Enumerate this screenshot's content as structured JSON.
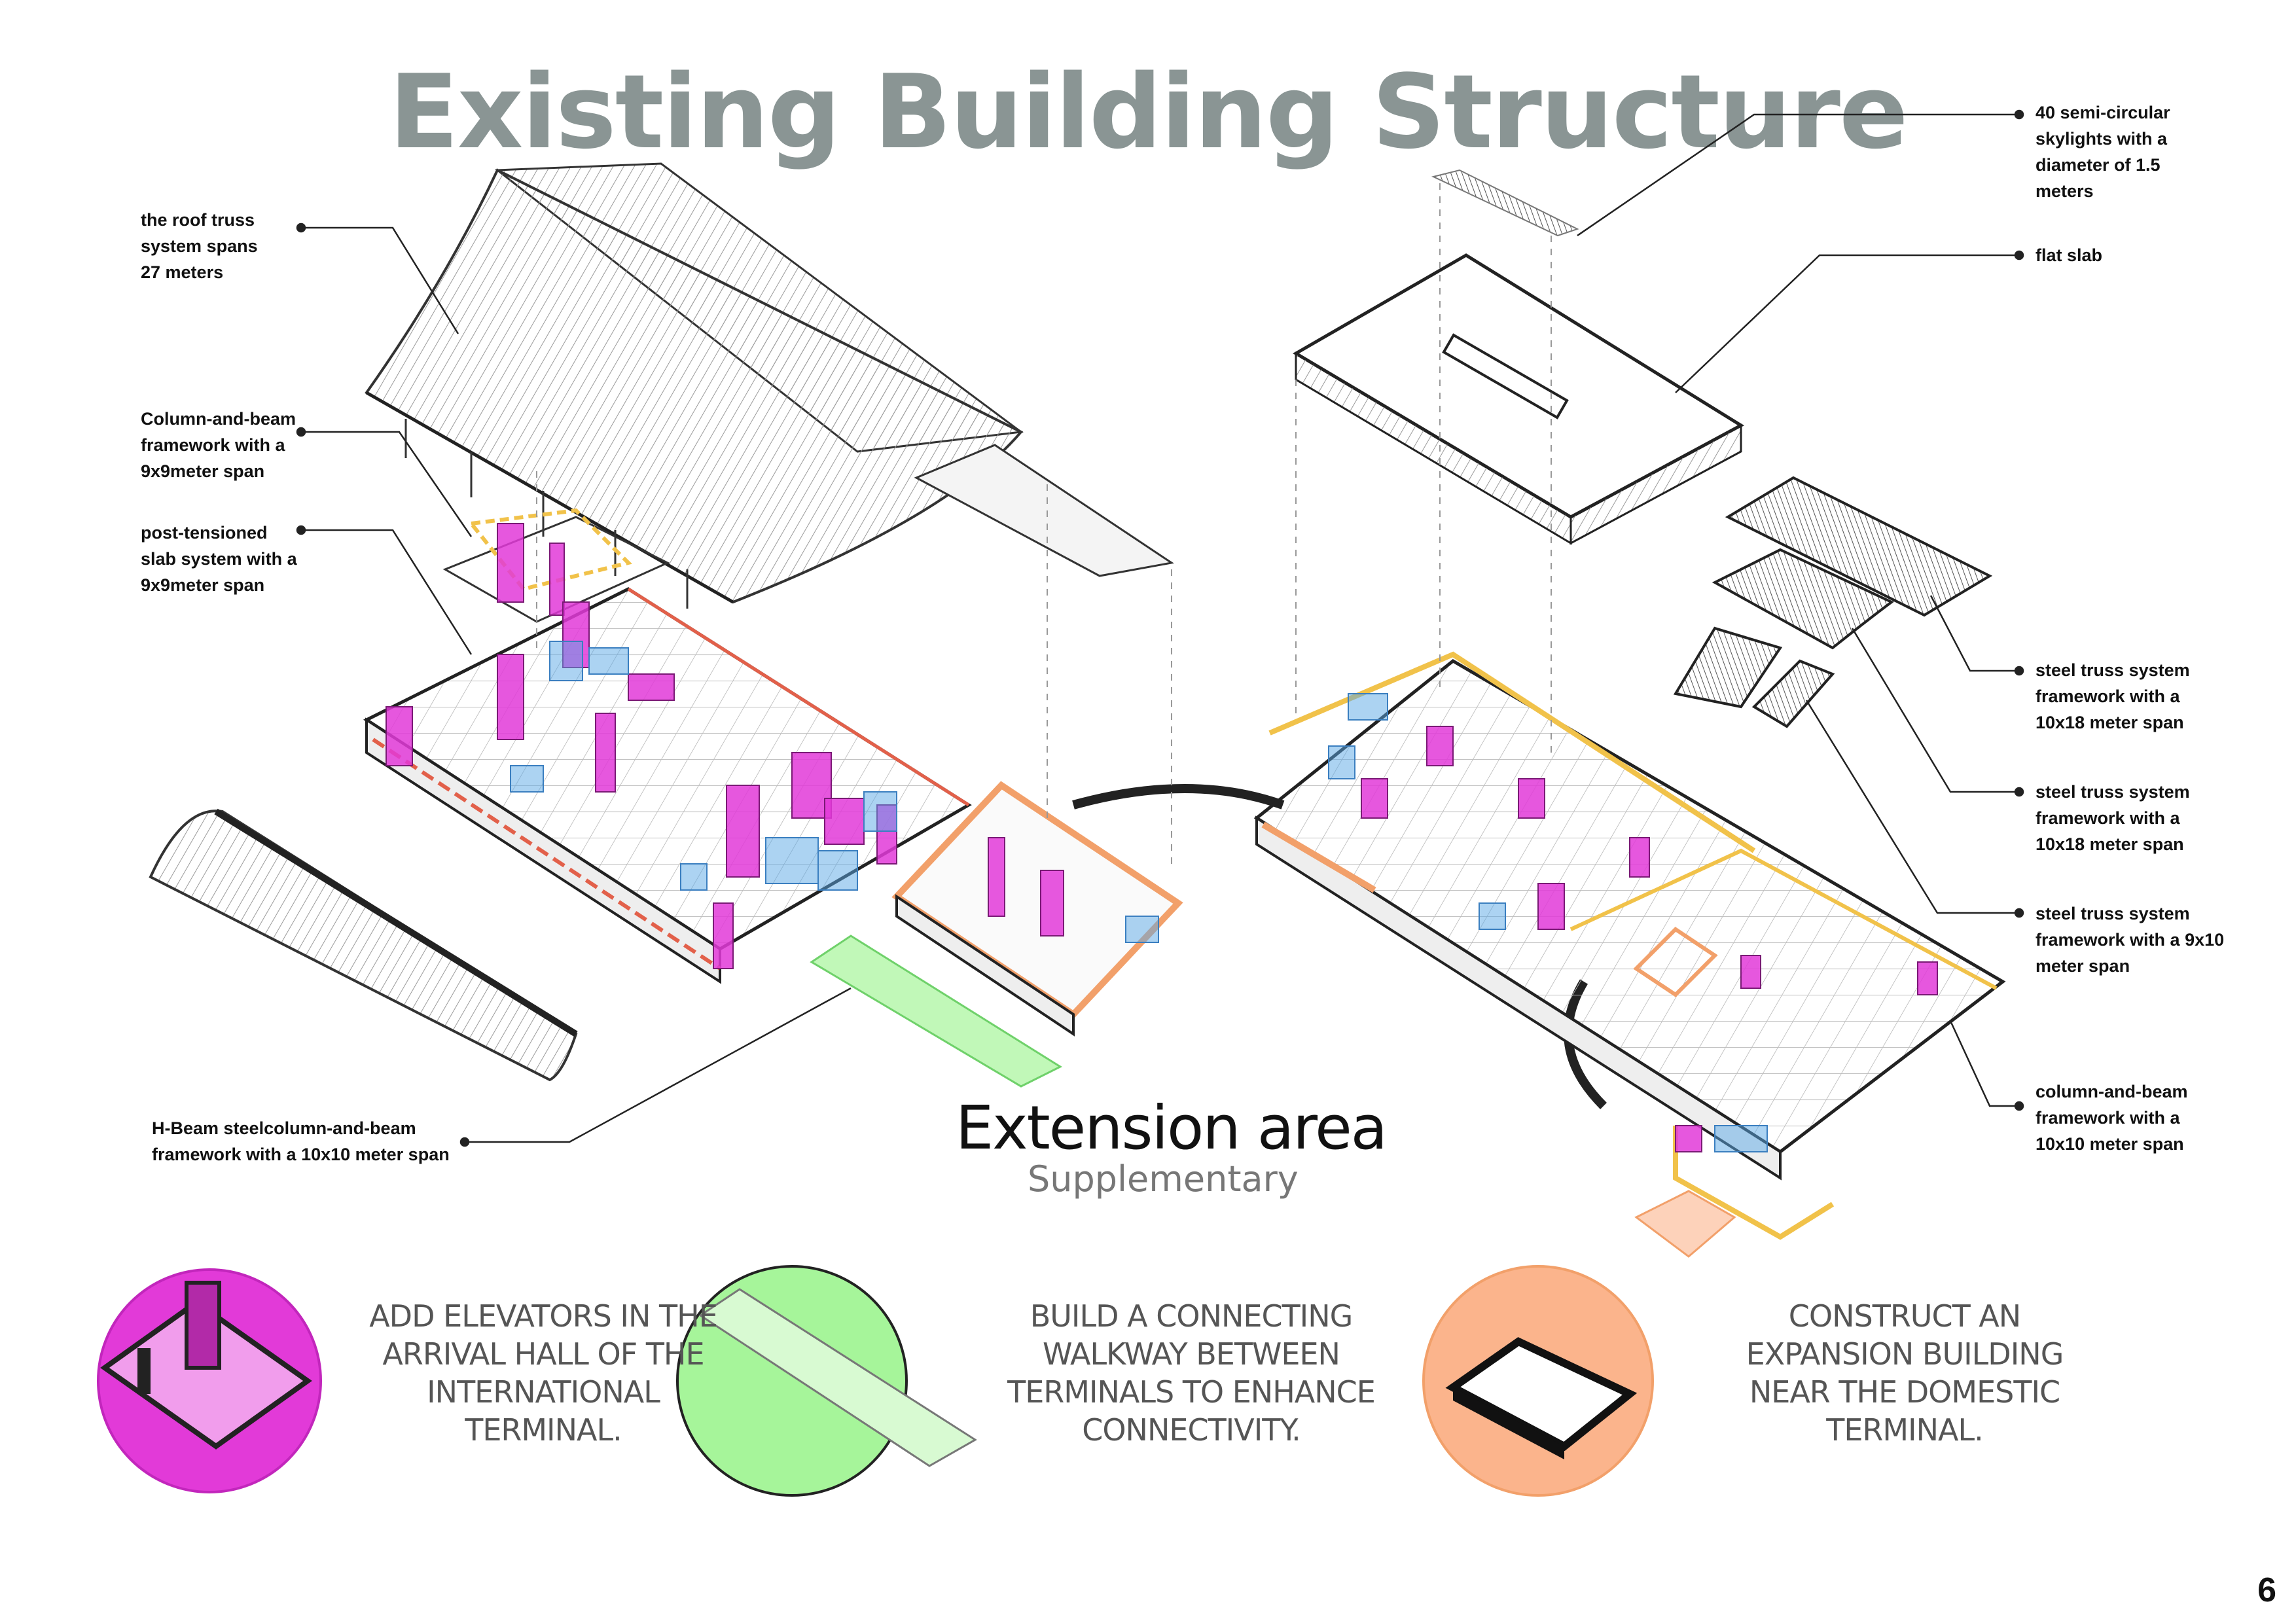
{
  "title": "Existing Building Structure",
  "labels": {
    "roof_truss": "the roof truss\nsystem spans\n27 meters",
    "column_beam_9x9": "Column-and-beam\nframework with a\n9x9meter span",
    "post_tensioned": "post-tensioned\nslab system with a\n9x9meter span",
    "h_beam": "H-Beam steelcolumn-and-beam\nframework with a 10x10 meter span",
    "skylights": " 40 semi-circular\nskylights with a\ndiameter of 1.5\nmeters",
    "flat_slab": "flat slab",
    "steel_truss_1": "steel truss system\nframework with a\n10x18 meter span",
    "steel_truss_2": "steel truss system\nframework with a\n10x18 meter span",
    "steel_truss_3": "steel truss system\nframework with a 9x10\nmeter span",
    "column_beam_10x10": "column-and-beam\nframework with a\n10x10 meter span"
  },
  "extension": {
    "title": "Extension area",
    "subtitle": "Supplementary"
  },
  "captions": [
    "ADD ELEVATORS IN THE\nARRIVAL HALL OF THE\nINTERNATIONAL\nTERMINAL.",
    "BUILD A CONNECTING\nWALKWAY BETWEEN\nTERMINALS TO ENHANCE\nCONNECTIVITY.",
    "CONSTRUCT AN\nEXPANSION BUILDING\nNEAR THE DOMESTIC\nTERMINAL."
  ],
  "page_number": "6",
  "colors": {
    "title": "#8a9594",
    "magenta": "#e23ad8",
    "blue": "#5aa7e6",
    "orange": "#f2a06a",
    "yellow": "#f1c24a",
    "red": "#e2604a",
    "green": "#a6f59a",
    "peach": "#fbb48c"
  }
}
